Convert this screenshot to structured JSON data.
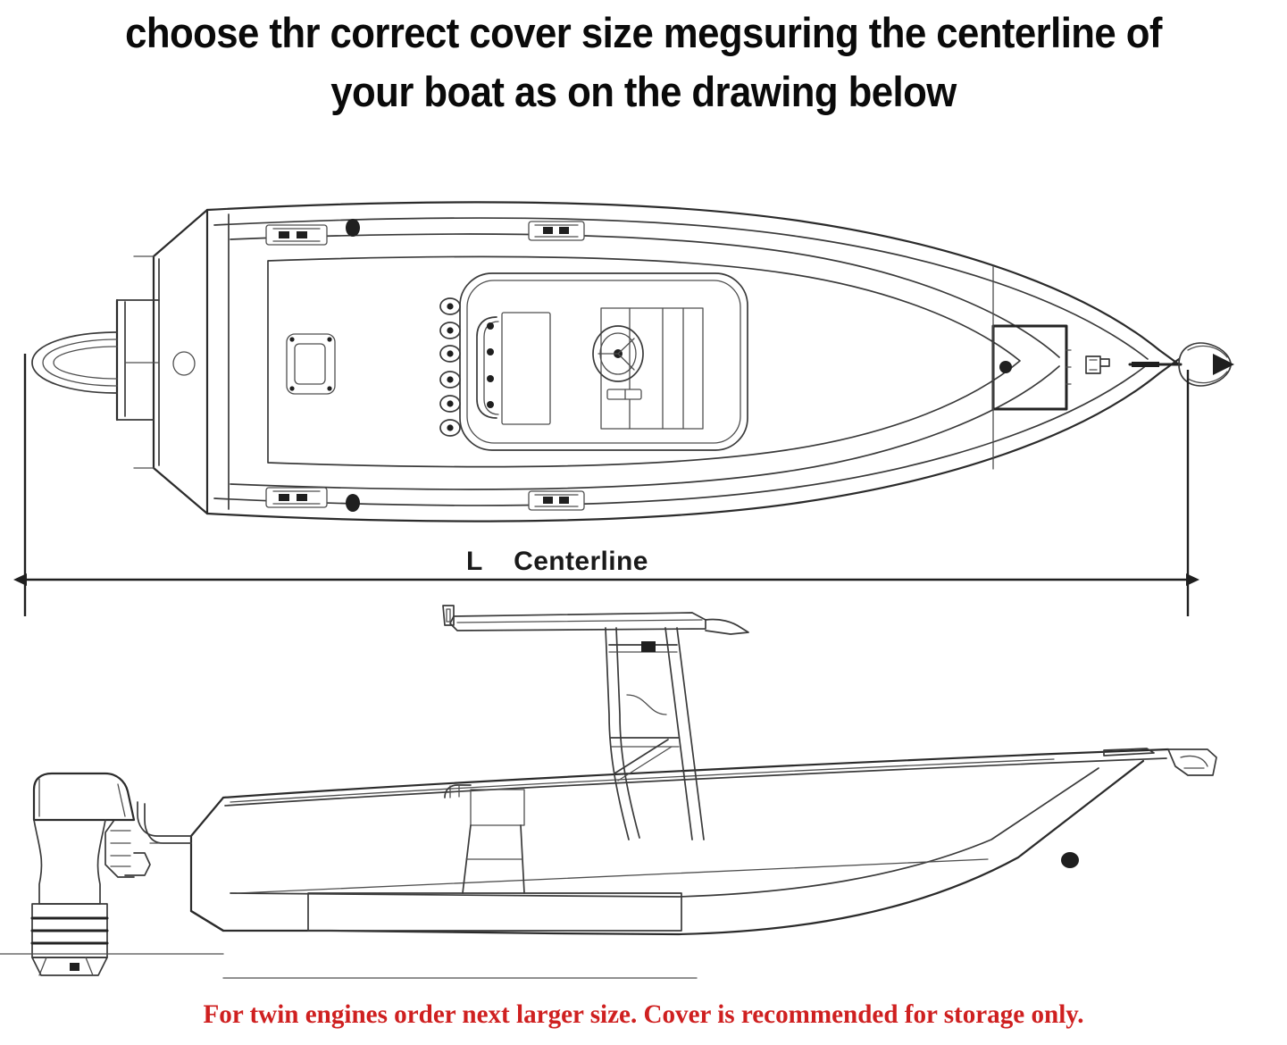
{
  "page": {
    "background_color": "#ffffff",
    "line_color": "#2b2b2b",
    "light_line_color": "#5a5a5a"
  },
  "headline": {
    "text": "choose thr correct cover size megsuring the centerline of\nyour boat as on the drawing below",
    "color": "#0a0a0a"
  },
  "dimension": {
    "label": "L    Centerline",
    "symbol": "L",
    "name": "Centerline",
    "arrow_style": "double-headed"
  },
  "footer": {
    "text": "For twin engines order next larger size. Cover is recommended for storage only.",
    "color": "#cf2020"
  },
  "diagram": {
    "title": "boat measurement drawing",
    "views": [
      {
        "name": "top-view",
        "label": "deck plan view of center console boat",
        "features": [
          "transom",
          "outboard-motor-bracket",
          "drain-plug",
          "stern-cleats",
          "deck-hatch",
          "t-top-frame",
          "rod-holders",
          "leaning-post",
          "helm-console",
          "steering-wheel",
          "bow-hatch",
          "bow-cleat",
          "bow-eye"
        ],
        "rod_holder_count": 6,
        "cleat_count": 4
      },
      {
        "name": "side-view",
        "label": "profile view of center console boat",
        "features": [
          "outboard-engine",
          "transom",
          "gunwale",
          "hull-stripe",
          "t-top-hardtop",
          "t-top-legs",
          "console",
          "leaning-post",
          "bow-anchor-roller",
          "bow-eye",
          "keel"
        ]
      }
    ]
  }
}
